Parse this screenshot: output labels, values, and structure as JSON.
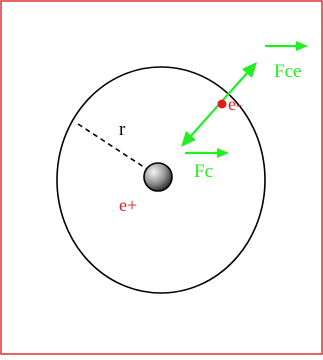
{
  "diagram": {
    "labels": {
      "radius": "r",
      "nucleus": "e+",
      "electron": "e-",
      "centripetal_force": "Fc",
      "centrifugal_force": "Fce"
    },
    "colors": {
      "frame": "#e03030",
      "orbit": "#000000",
      "force": "#22ee22",
      "charge": "#e02020",
      "nucleus_light": "#f4f4f4",
      "nucleus_dark": "#303030",
      "text": "#000000"
    }
  }
}
